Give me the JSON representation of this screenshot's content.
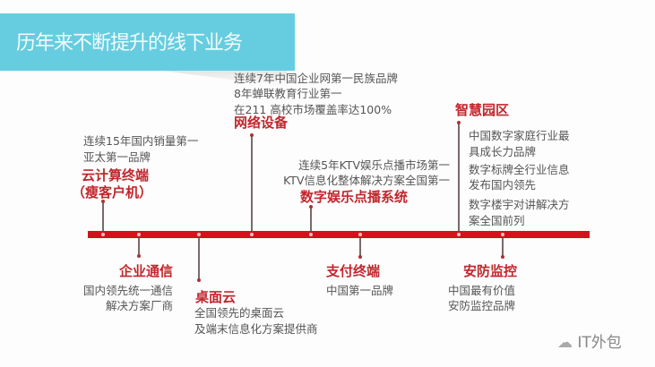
{
  "title": "历年来不断提升的线下业务",
  "items": {
    "cloud": {
      "title1": "云计算终端",
      "title2": "（瘦客户机）",
      "lines": [
        "连续15年国内销量第一",
        "亚太第一品牌"
      ]
    },
    "network": {
      "title": "网络设备",
      "lines": [
        "连续7年中国企业网第一民族品牌",
        "8年蝉联教育行业第一",
        "在211 高校市场覆盖率达100%"
      ]
    },
    "ktv": {
      "title": "数字娱乐点播系统",
      "lines": [
        "连续5年KTV娱乐点播市场第一",
        "KTV信息化整体解决方案全国第一"
      ]
    },
    "park": {
      "title": "智慧园区",
      "lines": [
        "中国数字家庭行业最",
        "具成长力品牌",
        "数字标牌全行业信息",
        "发布国内领先",
        "数字楼宇对讲解决方",
        "案全国前列"
      ]
    },
    "enterprise": {
      "title": "企业通信",
      "lines": [
        "国内领先统一通信",
        "解决方案厂商"
      ]
    },
    "desktop": {
      "title": "桌面云",
      "lines": [
        "全国领先的桌面云",
        "及端末信息化方案提供商"
      ]
    },
    "pay": {
      "title": "支付终端",
      "lines": [
        "中国第一品牌"
      ]
    },
    "security": {
      "title": "安防监控",
      "lines": [
        "中国最有价值",
        "安防监控品牌"
      ]
    }
  },
  "watermark": "IT外包",
  "colors": {
    "banner": "#66cde0",
    "accent": "#d3121c",
    "title": "#c1272d"
  }
}
